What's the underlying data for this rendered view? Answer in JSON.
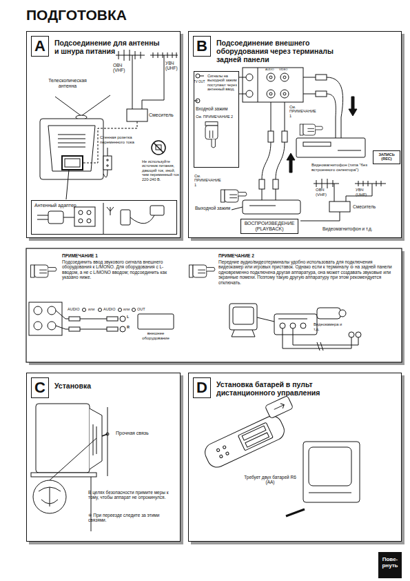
{
  "diagram": {
    "title": "ПОДГОТОВКА",
    "nodes": [
      {
        "text": [
          "Подсоединение для антенны и шнура питания"
        ]
      },
      {
        "text": [
          "A"
        ],
        "in": 0
      },
      {
        "text": [
          "Антенный адаптер"
        ],
        "in": 0
      },
      {
        "text": [
          "Подсоединение внешнего оборудования через терминалы задней панели"
        ]
      },
      {
        "text": [
          "B"
        ],
        "in": 3
      },
      {
        "text": [
          "Сигналы на выходной зажим поступают через антенный ввод.",
          "Входной зажим",
          "См. ПРИМЕЧАНИЕ 2"
        ],
        "in": 3
      },
      {
        "text": [
          "ЗАПИСЬ (REC)"
        ],
        "in": 3
      },
      {
        "text": [
          "ВОСПРОИЗВЕДЕНИЕ (PLAYBACK)"
        ],
        "in": 3
      },
      {
        "text": [
          "ПРИМЕЧАНИЕ 1",
          "Подсоединить ввод звукового сигнала внешнего оборудования к L/MONO. Для оборудования с L-вводом, а не с L/MONO вводом; подсоединить как указано ниже."
        ]
      },
      {
        "text": [
          "ПРИМЕЧАНИЕ 2",
          "Передние аудио/видеотерминалы удобно использовать для подключения видеокамер или игровых приставок. Однако если к терминалу ⊖ на задней панели одновременно подключена другая аппаратура, она может создавать звуковые или экранные помехи. Поэтому такую другую аппаратуру при этом рекомендуется отключать."
        ]
      },
      {
        "text": [
          "Установка"
        ]
      },
      {
        "text": [
          "C"
        ],
        "in": 10
      },
      {
        "text": [
          "Установка батарей в пульт дистанционного управления"
        ]
      },
      {
        "text": [
          "D"
        ],
        "in": 12
      },
      {
        "text": [
          "Пове- рнуть"
        ]
      }
    ],
    "labels": [
      "Телескопическая антенна",
      "ОВЧ (VHF)",
      "УВЧ (UHF)",
      "Смеситель",
      "Стенная розетка переменного тока",
      "Не используйте источник питания, дающий ток, иной, чем переменный ток 220-240 В.",
      "TV OUT",
      "AUDIO",
      "VIDEO",
      "См. ПРИМЕЧАНИЕ 1",
      "См. ПРИМЕЧАНИЕ 1",
      "Выходной зажим",
      "Видеомагнитофон (типа \"без встроенного селектора\")",
      "ОВЧ (VHF)",
      "УВЧ (UHF)",
      "Смеситель",
      "Видеомагнитофон и т.д.",
      "AUDIO",
      "или",
      "AUDIO",
      "или",
      "OUT",
      "L",
      "R",
      "внешнее оборудование",
      "Видеокамера и т.д.",
      "Прочная связь",
      "В целях безопасности примите меры к тому, чтобы аппарат не опрокинулся.",
      "※ При переезде следите за этими связями.",
      "Требует двух батарей R6 (AA)"
    ]
  }
}
